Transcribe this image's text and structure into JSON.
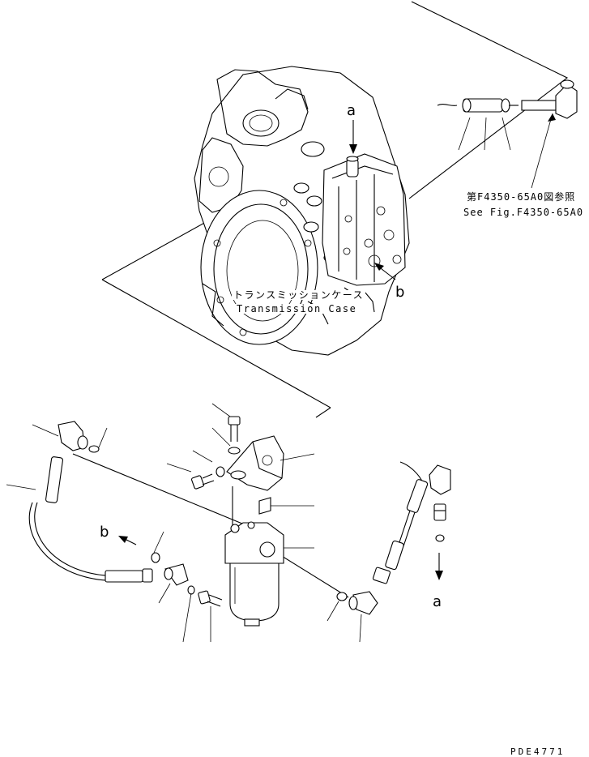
{
  "labels": {
    "callout_a_top": "a",
    "callout_b_right": "b",
    "callout_b_left": "b",
    "callout_a_bottom": "a",
    "fig_ref_jp": "第F4350-65A0図参照",
    "fig_ref_en": "See Fig.F4350-65A0",
    "case_jp": "トランスミッションケース",
    "case_en": "Transmission Case",
    "drawing_code": "PDE4771"
  },
  "colors": {
    "ink": "#000000",
    "paper": "#ffffff"
  }
}
